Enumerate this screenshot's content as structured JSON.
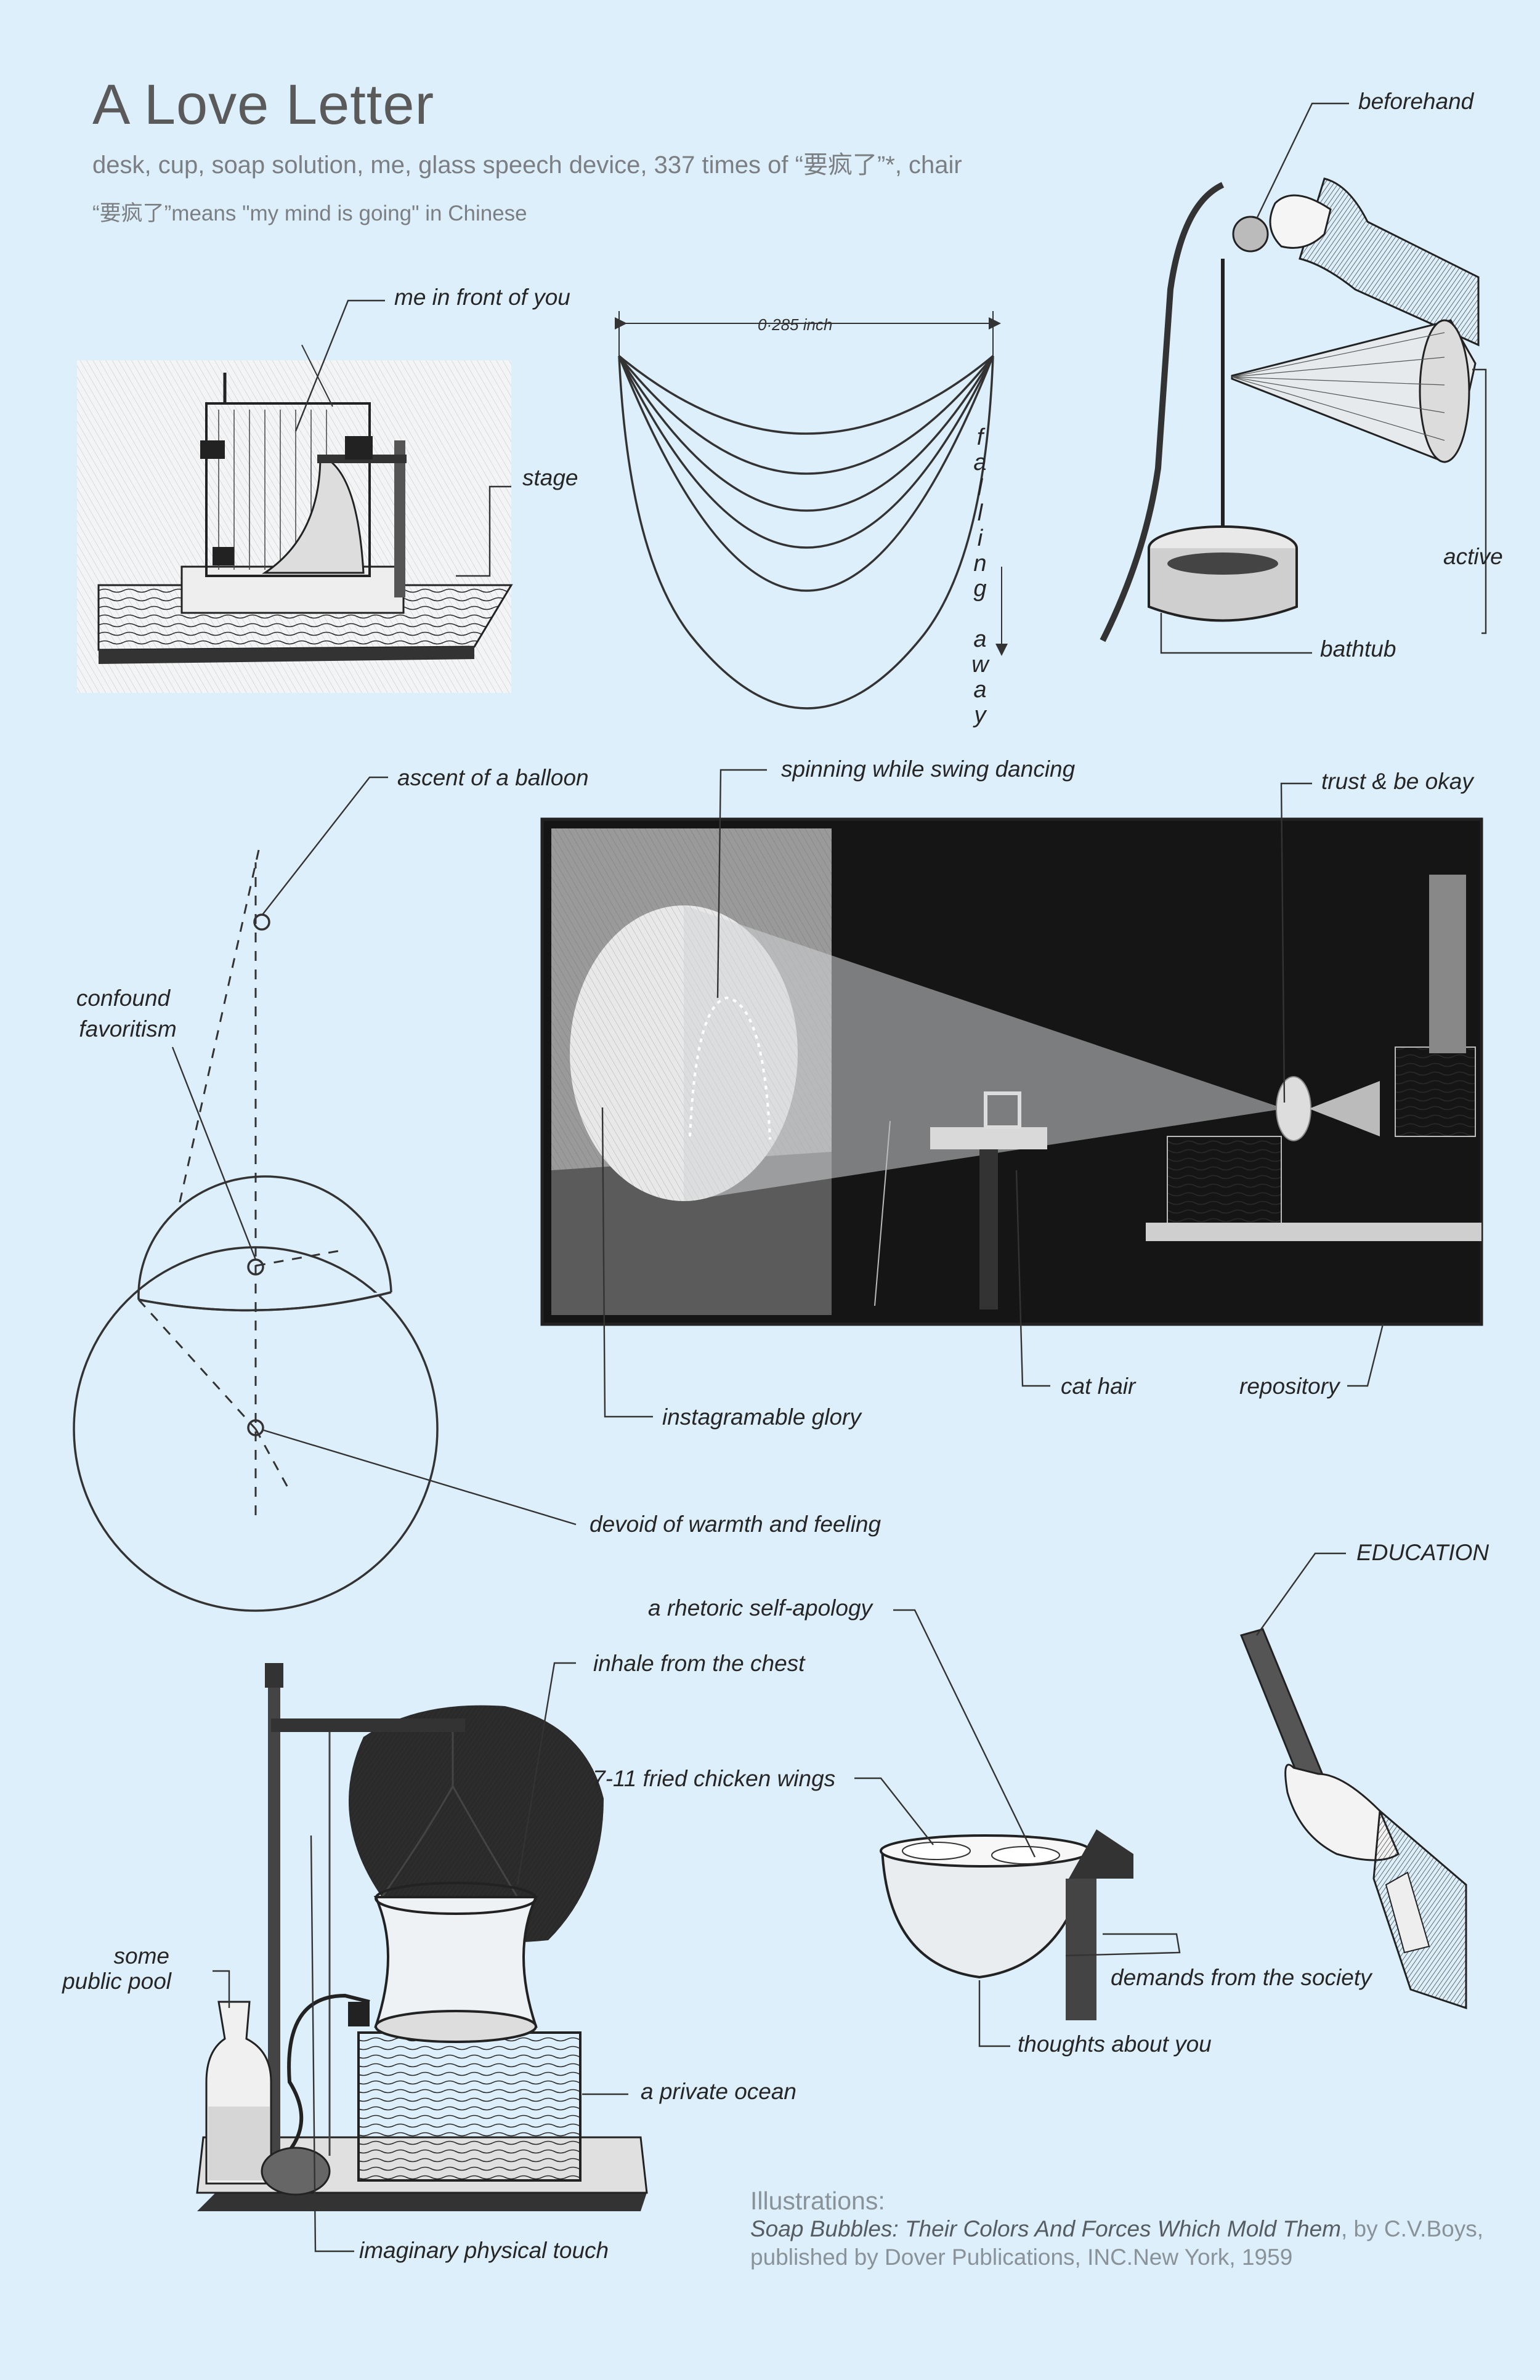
{
  "header": {
    "title": "A Love Letter",
    "subtitle": "desk, cup, soap solution, me, glass speech device, 337 times of “要疯了”*, chair",
    "note": "“要疯了”means \"my mind is going\" in Chinese"
  },
  "labels": {
    "me_in_front_of_you": "me in front of you",
    "stage": "stage",
    "beforehand": "beforehand",
    "active": "active",
    "bathtub": "bathtub",
    "dimension": "0·285 inch",
    "falling_away": "falling away",
    "ascent_of_a_balloon": "ascent of a balloon",
    "spinning": "spinning while swing dancing",
    "trust": "trust & be okay",
    "confound": "confound",
    "favoritism": "favoritism",
    "instagramable": "instagramable glory",
    "cat_hair": "cat hair",
    "repository": "repository",
    "devoid": "devoid of warmth and feeling",
    "education": "EDUCATION",
    "rhetoric": "a rhetoric self-apology",
    "inhale": "inhale from the chest",
    "wings": "7-11 fried chicken wings",
    "some": "some",
    "public_pool": "public pool",
    "demands": "demands from the society",
    "thoughts": "thoughts about you",
    "private_ocean": "a private ocean",
    "imaginary": "imaginary physical touch"
  },
  "credits": {
    "heading": "Illustrations:",
    "book": "Soap Bubbles: Their Colors And Forces Which Mold Them",
    "author": ", by C.V.Boys,",
    "publisher": "published by Dover Publications, INC.New York, 1959"
  },
  "colors": {
    "background": "#ddeffa",
    "ink": "#262626",
    "muted_text": "#7b7f83"
  }
}
